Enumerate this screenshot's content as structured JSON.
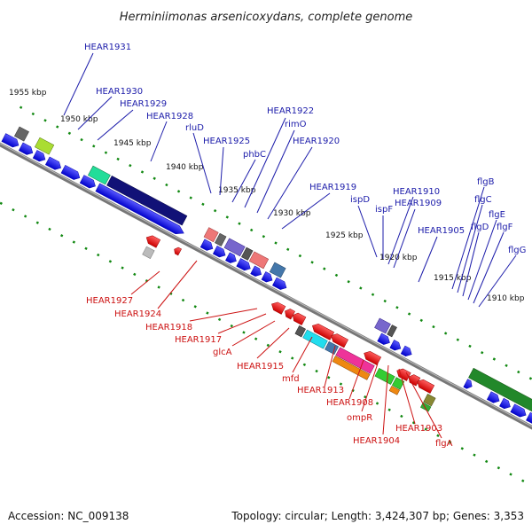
{
  "title": "Herminiimonas arsenicoxydans, complete genome",
  "footer": {
    "accession": "Accession: NC_009138",
    "topology": "Topology: circular; Length: 3,424,307 bp; Genes: 3,353"
  },
  "kbp_labels": [
    "1955 kbp",
    "1950 kbp",
    "1945 kbp",
    "1940 kbp",
    "1935 kbp",
    "1930 kbp",
    "1925 kbp",
    "1920 kbp",
    "1915 kbp",
    "1910 kbp"
  ],
  "top_genes": [
    "HEAR1931",
    "HEAR1930",
    "HEAR1929",
    "HEAR1928",
    "rluD",
    "HEAR1925",
    "phbC",
    "HEAR1922",
    "rimO",
    "HEAR1920",
    "HEAR1919",
    "ispD",
    "ispF",
    "HEAR1910",
    "HEAR1909",
    "HEAR1905",
    "flgB",
    "flgC",
    "flgD",
    "flgE",
    "flgF",
    "flgG"
  ],
  "bottom_genes": [
    "HEAR1927",
    "HEAR1924",
    "HEAR1918",
    "HEAR1917",
    "glcA",
    "HEAR1915",
    "mfd",
    "HEAR1913",
    "HEAR1908",
    "ompR",
    "HEAR1904",
    "HEAR1903",
    "flgA"
  ],
  "colors": {
    "top_label": "#1c1caa",
    "bottom_label": "#cc1111",
    "forward_gene": "#1a1aee",
    "reverse_gene": "#ee1111",
    "backbone": "#888888",
    "tick": "#118811"
  }
}
